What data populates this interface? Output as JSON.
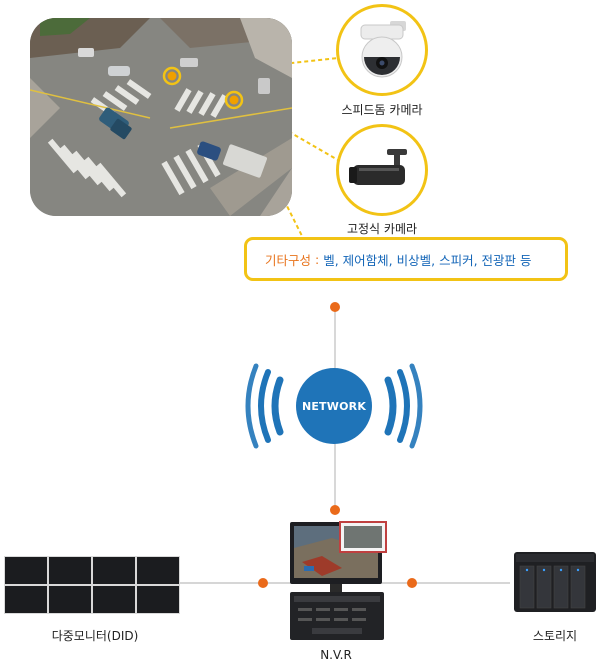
{
  "cameras": {
    "speed_dome": {
      "label": "스피드돔 카메라"
    },
    "fixed": {
      "label": "고정식 카메라"
    }
  },
  "config": {
    "title": "기타구성",
    "separator": ":",
    "items": "벨, 제어함체, 비상벨, 스피커, 전광판 등"
  },
  "network": {
    "label": "NETWORK"
  },
  "devices": {
    "monitor": {
      "label": "다중모니터(DID)"
    },
    "nvr": {
      "label": "N.V.R"
    },
    "storage": {
      "label": "스토리지"
    }
  },
  "colors": {
    "accent_yellow": "#f2c315",
    "dot_orange": "#ea6a1a",
    "network_blue": "#1f74b8",
    "title_orange": "#e8741d",
    "items_blue": "#1466b8"
  }
}
